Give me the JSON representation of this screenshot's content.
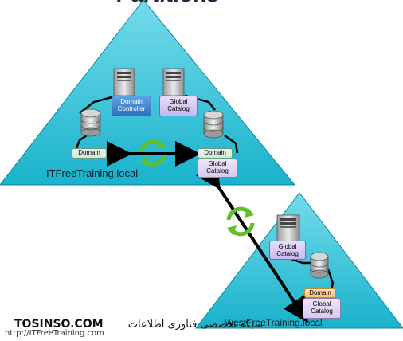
{
  "header": {
    "title_partial": "Partitions"
  },
  "forest_root": {
    "domain_name": "ITFreeTraining.local",
    "dc_tag": "Domain\nController",
    "gc_server_tag": "Global\nCatalog",
    "left_store_tag": "Domain",
    "right_store_tag_domain": "Domain",
    "right_store_tag_gc": "Global\nCatalog"
  },
  "child": {
    "domain_name": "WestFreeTraining.local",
    "gc_server_tag": "Global\nCatalog",
    "store_tag_domain": "Domain",
    "store_tag_gc": "Global\nCatalog"
  },
  "watermarks": {
    "brand": "TOSINSO.COM",
    "persian": "شبکه تخصصی فناوری اطلاعات",
    "url": "http://ITFreeTraining.com"
  },
  "colors": {
    "triangle_fill": "#2ac0d8",
    "arrow": "#000000",
    "sync_icon": "#5fbf2b"
  }
}
